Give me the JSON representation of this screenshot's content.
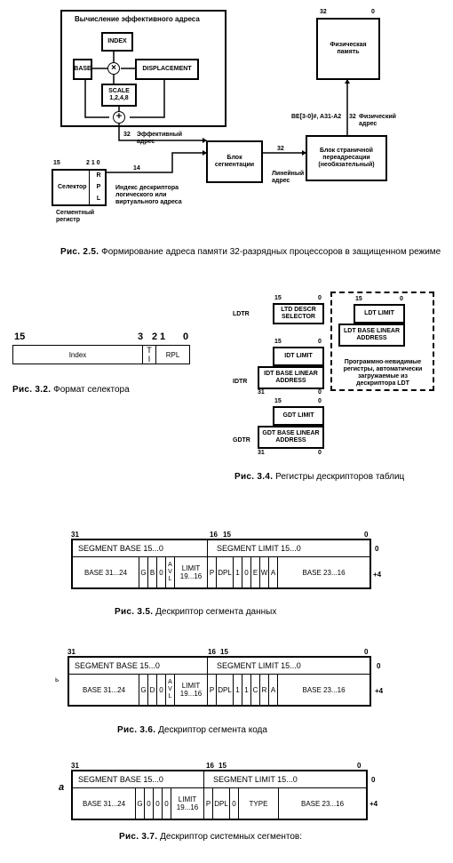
{
  "fig25": {
    "region_title": "Вычисление эффективного адреса",
    "index": "INDEX",
    "base": "BASE",
    "displacement": "DISPLACEMENT",
    "scale": "SCALE",
    "scale_vals": "1,2,4,8",
    "mult": "×",
    "plus": "+",
    "selector": "Селектор",
    "rpl_letters": [
      "R",
      "P",
      "L"
    ],
    "sel_bits": "15",
    "sel_bits2": "2 1 0",
    "seg_reg": "Сегментный регистр",
    "bits14": "14",
    "idx_desc": "Индекс дескриптора логического или виртуального адреса",
    "eff_addr_num": "32",
    "eff_addr": "Эффективный адрес",
    "seg_block": "Блок сегментации",
    "lin_num": "32",
    "lin_addr": "Линейный адрес",
    "page_block": "Блок страничной переадресации (необязательный)",
    "be": "BE[3-0]#,  A31-A2",
    "phys_num": "32",
    "phys_addr": "Физический адрес",
    "mem_32": "32",
    "mem_0": "0",
    "mem": "Физическая память",
    "caption_num": "Рис. 2.5.",
    "caption": "Формирование адреса памяти 32-разрядных процессоров в защищенном режиме"
  },
  "fig32": {
    "b15": "15",
    "b3": "3",
    "b2": "2",
    "b1": "1",
    "b0": "0",
    "index": "Index",
    "ti_t": "T",
    "ti_i": "I",
    "rpl": "RPL",
    "caption_num": "Рис. 3.2.",
    "caption": "Формат селектора"
  },
  "fig34": {
    "ldtr": "LDTR",
    "idtr": "IDTR",
    "gdtr": "GDTR",
    "n15": "15",
    "n0": "0",
    "n31": "31",
    "ltd_sel": "LTD DESCR SELECTOR",
    "ldt_limit": "LDT LIMIT",
    "ldt_base": "LDT BASE LINEAR ADDRESS",
    "idt_limit": "IDT LIMIT",
    "idt_base": "IDT BASE LINEAR ADDRESS",
    "gdt_limit": "GDT LIMIT",
    "gdt_base": "GDT BASE LINEAR ADDRESS",
    "note": "Программно-невидимые регистры, автоматически загружаемые из дескриптора LDT",
    "caption_num": "Рис. 3.4.",
    "caption": "Регистры дескрипторов таблиц"
  },
  "fig35": {
    "b31": "31",
    "b16": "16",
    "b15": "15",
    "b0": "0",
    "off0": "0",
    "off4": "+4",
    "seg_base": "SEGMENT BASE 15...0",
    "seg_limit": "SEGMENT LIMIT 15...0",
    "base3124": "BASE 31...24",
    "g": "G",
    "b": "B",
    "zero": "0",
    "avl": "A V L",
    "limit": "LIMIT 19...16",
    "p": "P",
    "dpl": "DPL",
    "one": "1",
    "zero2": "0",
    "e": "E",
    "w": "W",
    "a": "A",
    "base2316": "BASE 23...16",
    "caption_num": "Рис. 3.5.",
    "caption": "Дескриптор сегмента данных"
  },
  "fig36": {
    "b31": "31",
    "b16": "16",
    "b15": "15",
    "b0": "0",
    "off0": "0",
    "off4": "+4",
    "side": "ь",
    "seg_base": "SEGMENT  BASE 15...0",
    "seg_limit": "SEGMENT LIMIT 15...0",
    "base3124": "BASE 31...24",
    "g": "G",
    "d": "D",
    "zero": "0",
    "avl": "A V L",
    "limit": "LIMIT 19...16",
    "p": "P",
    "dpl": "DPL",
    "one": "1",
    "one2": "1",
    "c": "C",
    "r": "R",
    "a": "A",
    "base2316": "BASE 23...16",
    "caption_num": "Рис. 3.6.",
    "caption": "Дескриптор сегмента кода"
  },
  "fig37": {
    "b31": "31",
    "b16": "16",
    "b15": "15",
    "b0": "0",
    "off0": "0",
    "off4": "+4",
    "side": "а",
    "seg_base": "SEGMENT  BASE 15...0",
    "seg_limit": "SEGMENT LIMIT 15...0",
    "base3124": "BASE 31...24",
    "g": "G",
    "z1": "0",
    "z2": "0",
    "z3": "0",
    "limit": "LIMIT 19...16",
    "p": "P",
    "dpl": "DPL",
    "z4": "0",
    "type": "TYPE",
    "base2316": "BASE 23...16",
    "caption_num": "Рис. 3.7.",
    "caption": "Дескриптор системных сегментов:"
  }
}
